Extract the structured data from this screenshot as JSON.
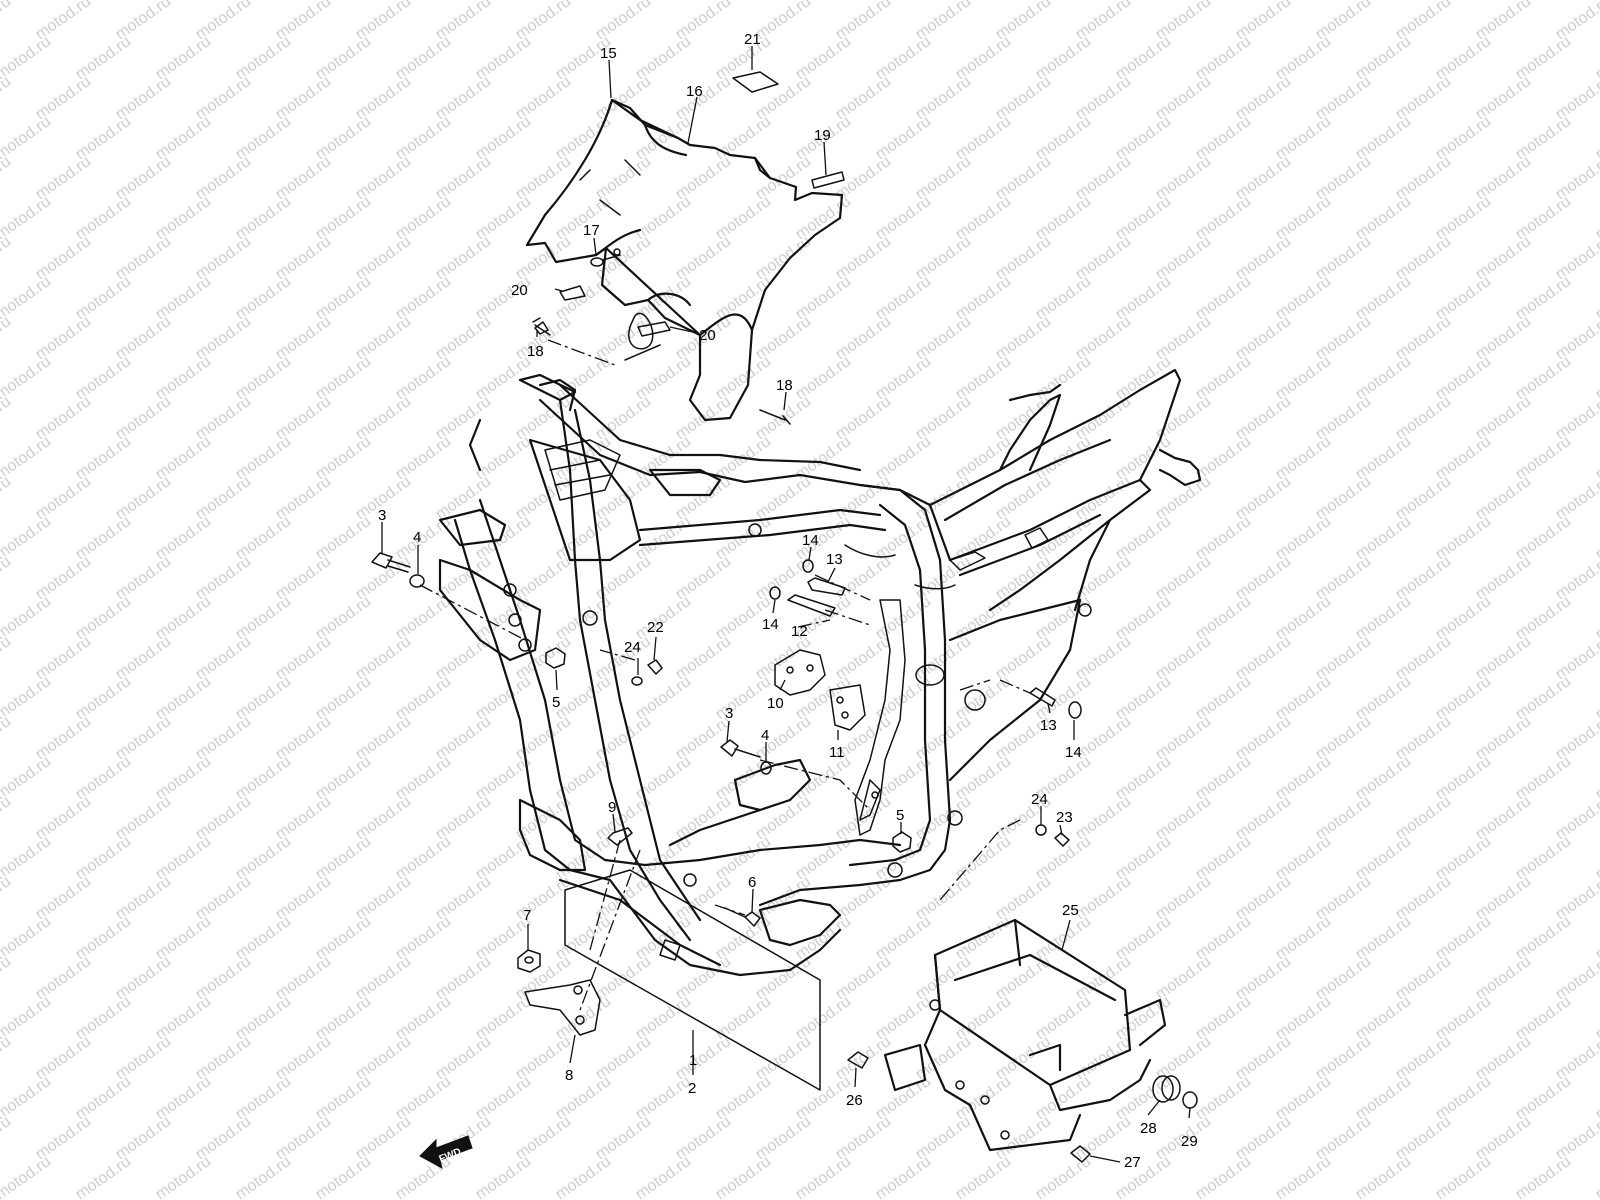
{
  "watermark": {
    "text": "motod.ru",
    "color": "#cfcfcf"
  },
  "fwd_arrow": {
    "label": "FWD"
  },
  "callouts": [
    {
      "id": "c15",
      "text": "15"
    },
    {
      "id": "c21",
      "text": "21"
    },
    {
      "id": "c16",
      "text": "16"
    },
    {
      "id": "c19",
      "text": "19"
    },
    {
      "id": "c17",
      "text": "17"
    },
    {
      "id": "c20a",
      "text": "20"
    },
    {
      "id": "c20b",
      "text": "20"
    },
    {
      "id": "c18a",
      "text": "18"
    },
    {
      "id": "c18b",
      "text": "18"
    },
    {
      "id": "c3a",
      "text": "3"
    },
    {
      "id": "c4a",
      "text": "4"
    },
    {
      "id": "c5a",
      "text": "5"
    },
    {
      "id": "c14a",
      "text": "14"
    },
    {
      "id": "c13a",
      "text": "13"
    },
    {
      "id": "c14b",
      "text": "14"
    },
    {
      "id": "c12",
      "text": "12"
    },
    {
      "id": "c24a",
      "text": "24"
    },
    {
      "id": "c22",
      "text": "22"
    },
    {
      "id": "c10",
      "text": "10"
    },
    {
      "id": "c11",
      "text": "11"
    },
    {
      "id": "c13b",
      "text": "13"
    },
    {
      "id": "c14c",
      "text": "14"
    },
    {
      "id": "c3b",
      "text": "3"
    },
    {
      "id": "c4b",
      "text": "4"
    },
    {
      "id": "c9",
      "text": "9"
    },
    {
      "id": "c5b",
      "text": "5"
    },
    {
      "id": "c24b",
      "text": "24"
    },
    {
      "id": "c23",
      "text": "23"
    },
    {
      "id": "c6",
      "text": "6"
    },
    {
      "id": "c7",
      "text": "7"
    },
    {
      "id": "c8",
      "text": "8"
    },
    {
      "id": "c1",
      "text": "1"
    },
    {
      "id": "c2",
      "text": "2"
    },
    {
      "id": "c25",
      "text": "25"
    },
    {
      "id": "c26",
      "text": "26"
    },
    {
      "id": "c28",
      "text": "28"
    },
    {
      "id": "c29",
      "text": "29"
    },
    {
      "id": "c27",
      "text": "27"
    }
  ]
}
